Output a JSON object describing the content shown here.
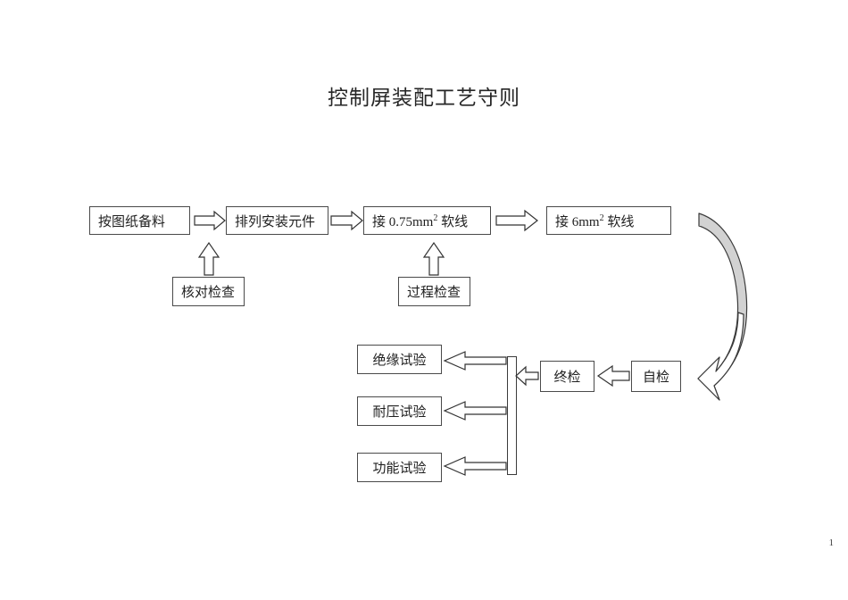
{
  "document": {
    "title": "控制屏装配工艺守则",
    "page_number": "1"
  },
  "flow": {
    "main_steps": [
      {
        "id": "step-prepare-material",
        "label": "按图纸备料"
      },
      {
        "id": "step-arrange-components",
        "label": "排列安装元件"
      },
      {
        "id": "step-connect-075",
        "label_prefix": "接 0.75mm",
        "label_sup": "2",
        "label_suffix": " 软线"
      },
      {
        "id": "step-connect-6",
        "label_prefix": "接 6mm",
        "label_sup": "2",
        "label_suffix": " 软线"
      }
    ],
    "inspection_steps": [
      {
        "id": "check-verification",
        "label": "核对检查"
      },
      {
        "id": "check-process",
        "label": "过程检查"
      }
    ],
    "tests": [
      {
        "id": "test-insulation",
        "label": "绝缘试验"
      },
      {
        "id": "test-withstand-voltage",
        "label": "耐压试验"
      },
      {
        "id": "test-function",
        "label": "功能试验"
      }
    ],
    "final_checks": [
      {
        "id": "check-final",
        "label": "终检"
      },
      {
        "id": "check-self",
        "label": "自检"
      }
    ]
  },
  "connectors": {
    "block_arrow_right_1": "block-arrow-right",
    "block_arrow_right_2": "block-arrow-right",
    "block_arrow_right_3": "block-arrow-right",
    "block_arrow_up_1": "block-arrow-up",
    "block_arrow_up_2": "block-arrow-up",
    "block_arrow_left_final": "block-arrow-left",
    "block_arrow_left_self": "block-arrow-left",
    "fanout_bar": "vertical-distribution-bar",
    "curved_return_arrow": "curved-arrow-down-left"
  },
  "colors": {
    "stroke": "#4a4a4a",
    "text": "#1f1f1f",
    "curve_fill": "#d2d2d2",
    "background": "#ffffff"
  }
}
